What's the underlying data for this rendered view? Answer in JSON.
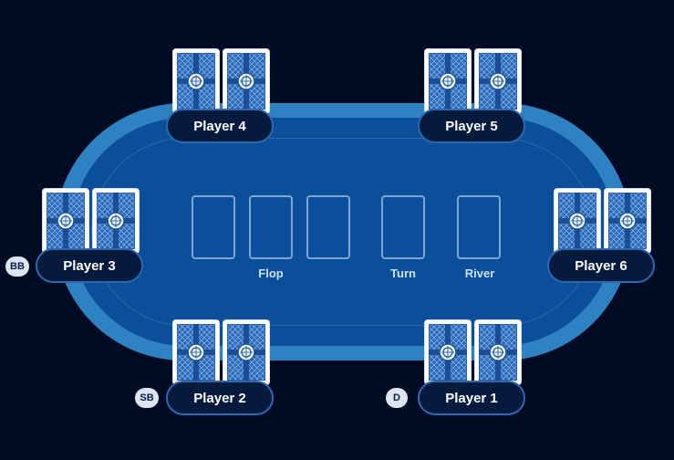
{
  "board": {
    "flop_label": "Flop",
    "turn_label": "Turn",
    "river_label": "River"
  },
  "players": {
    "p1": {
      "name": "Player 1",
      "badge": "D"
    },
    "p2": {
      "name": "Player 2",
      "badge": "SB"
    },
    "p3": {
      "name": "Player 3",
      "badge": "BB"
    },
    "p4": {
      "name": "Player 4"
    },
    "p5": {
      "name": "Player 5"
    },
    "p6": {
      "name": "Player 6"
    }
  },
  "colors": {
    "background": "#020b24",
    "rail": "#2e82c2",
    "felt": "#0b4f9a",
    "card_back": "#1f5fae"
  },
  "icons": {
    "card_back": "card-back-icon"
  }
}
